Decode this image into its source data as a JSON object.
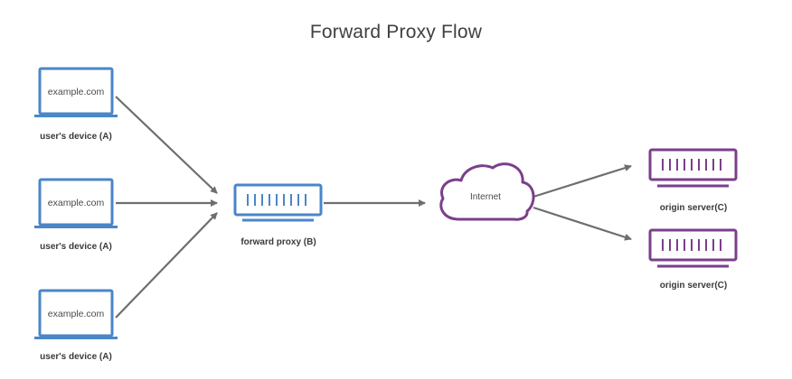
{
  "title": "Forward Proxy Flow",
  "colors": {
    "device": "#4a86c8",
    "server": "#7b3f8c",
    "arrow": "#6e6e6e",
    "text": "#3a3a3a"
  },
  "devices": [
    {
      "screen_text": "example.com",
      "label": "user's device (A)"
    },
    {
      "screen_text": "example.com",
      "label": "user's device (A)"
    },
    {
      "screen_text": "example.com",
      "label": "user's device (A)"
    }
  ],
  "proxy": {
    "label": "forward proxy (B)",
    "icon": "server-icon"
  },
  "internet": {
    "label": "Internet",
    "icon": "cloud-icon"
  },
  "origins": [
    {
      "label": "origin server(C)",
      "icon": "server-icon"
    },
    {
      "label": "origin server(C)",
      "icon": "server-icon"
    }
  ]
}
